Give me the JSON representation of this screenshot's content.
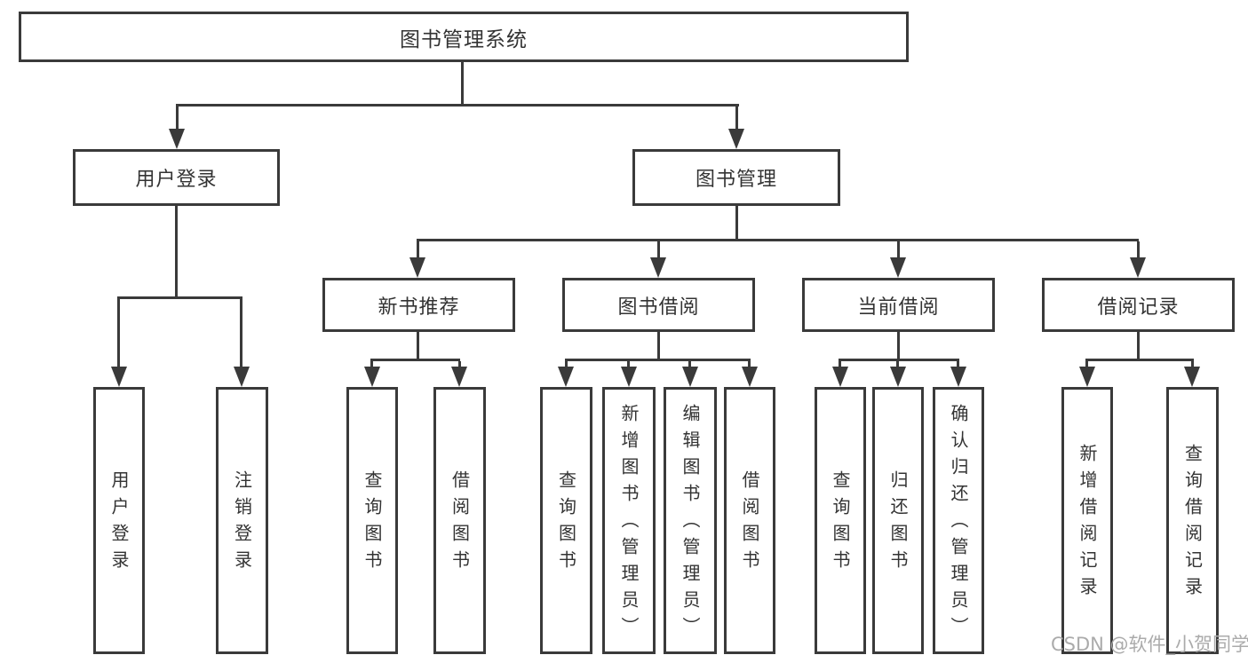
{
  "diagram": {
    "root": {
      "label": "图书管理系统"
    },
    "level2": [
      {
        "label": "用户登录"
      },
      {
        "label": "图书管理"
      }
    ],
    "level3": [
      {
        "label": "新书推荐"
      },
      {
        "label": "图书借阅"
      },
      {
        "label": "当前借阅"
      },
      {
        "label": "借阅记录"
      }
    ],
    "leaves": {
      "user_login": [
        "用户登录",
        "注销登录"
      ],
      "new_book_recommend": [
        "查询图书",
        "借阅图书"
      ],
      "book_borrow": [
        "查询图书",
        "新增图书（管理员）",
        "编辑图书（管理员）",
        "借阅图书"
      ],
      "current_borrow": [
        "查询图书",
        "归还图书",
        "确认归还（管理员）"
      ],
      "borrow_record": [
        "新增借阅记录",
        "查询借阅记录"
      ]
    }
  },
  "watermark": {
    "text": "CSDN @软件_小贺同学"
  },
  "colors": {
    "line": "#3a3a3a",
    "text": "#333333",
    "watermark": "#ababab",
    "background": "#ffffff"
  }
}
